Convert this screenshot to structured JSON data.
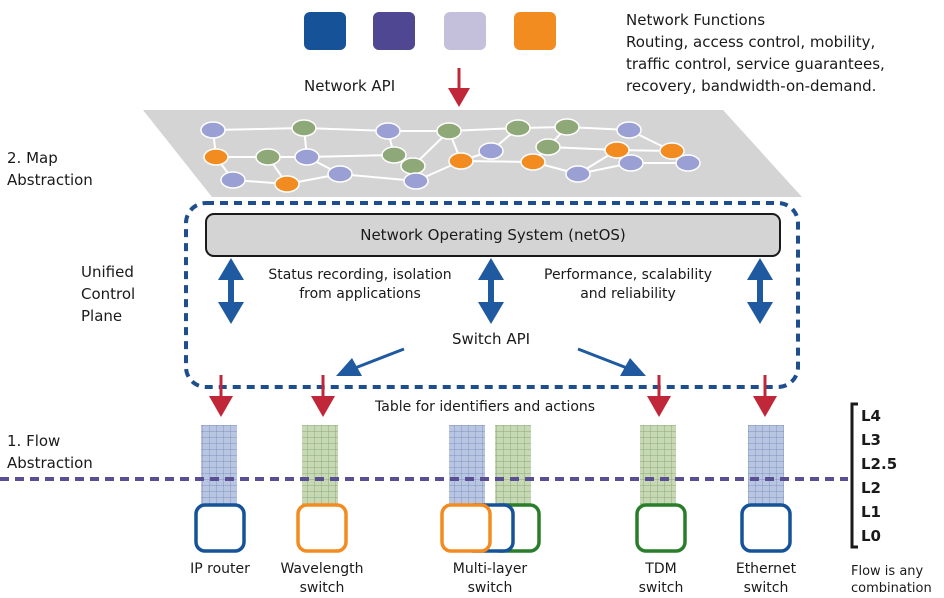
{
  "network_functions": {
    "title": "Network Functions",
    "line1": "Routing, access control, mobility,",
    "line2": "traffic control, service guarantees,",
    "line3": "recovery, bandwidth-on-demand.",
    "squares": [
      "#165298",
      "#4f4791",
      "#c4c0dc",
      "#f28b20"
    ]
  },
  "network_api": "Network API",
  "map_abstraction": {
    "line1": "2. Map",
    "line2": "Abstraction"
  },
  "unified_control_plane": {
    "line1": "Unified",
    "line2": "Control",
    "line3": "Plane"
  },
  "netos_label": "Network Operating System (netOS)",
  "status_recording": {
    "line1": "Status recording, isolation",
    "line2": "from applications"
  },
  "performance": {
    "line1": "Performance, scalability",
    "line2": "and reliability"
  },
  "switch_api": "Switch API",
  "table_label": "Table for identifiers and actions",
  "flow_abstraction": {
    "line1": "1. Flow",
    "line2": "Abstraction"
  },
  "switches": [
    {
      "line1": "IP router",
      "line2": ""
    },
    {
      "line1": "Wavelength",
      "line2": "switch"
    },
    {
      "line1": "Multi-layer",
      "line2": "switch"
    },
    {
      "line1": "TDM",
      "line2": "switch"
    },
    {
      "line1": "Ethernet",
      "line2": "switch"
    }
  ],
  "layers": [
    "L4",
    "L3",
    "L2.5",
    "L2",
    "L1",
    "L0"
  ],
  "flow_note": {
    "line1": "Flow is any",
    "line2": "combination"
  },
  "colors": {
    "dark_blue": "#165298",
    "purple_blue": "#4f4791",
    "lavender": "#c4c0dc",
    "orange": "#f28b20",
    "green": "#2a7d2a",
    "sage": "#8fa878",
    "red_arrow": "#c0283a",
    "dashed_purple": "#5b4f93"
  }
}
